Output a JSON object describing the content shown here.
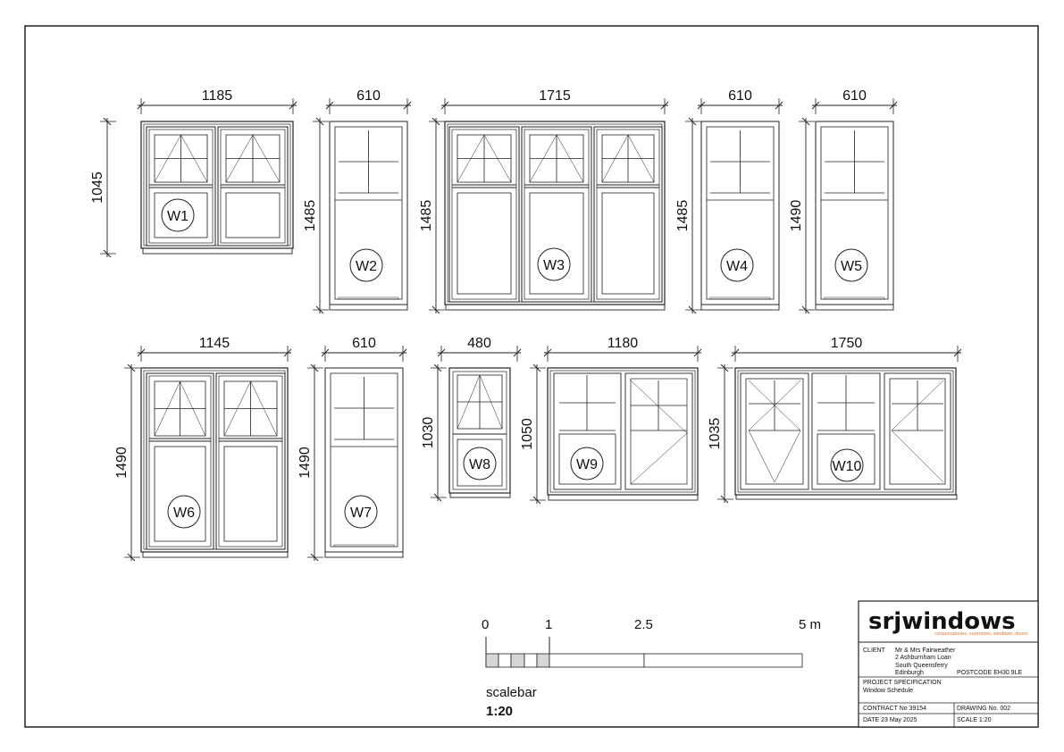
{
  "windows": [
    {
      "id": "W1",
      "width": "1185",
      "height": "1045"
    },
    {
      "id": "W2",
      "width": "610",
      "height": "1485"
    },
    {
      "id": "W3",
      "width": "1715",
      "height": "1485"
    },
    {
      "id": "W4",
      "width": "610",
      "height": "1485"
    },
    {
      "id": "W5",
      "width": "610",
      "height": "1490"
    },
    {
      "id": "W6",
      "width": "1145",
      "height": "1490"
    },
    {
      "id": "W7",
      "width": "610",
      "height": "1490"
    },
    {
      "id": "W8",
      "width": "480",
      "height": "1030"
    },
    {
      "id": "W9",
      "width": "1180",
      "height": "1050"
    },
    {
      "id": "W10",
      "width": "1750",
      "height": "1035"
    }
  ],
  "scalebar": {
    "labels": [
      "0",
      "1",
      "2.5",
      "5 m"
    ],
    "caption": "scalebar",
    "ratio": "1:20"
  },
  "title_block": {
    "brand": "srjwindows",
    "tagline": "conservatories, sunrooms, windows, doors",
    "client_label": "CLIENT",
    "client_lines": [
      "Mr & Mrs Fairweather",
      "2 Ashburnham Loan",
      "South Queensferry",
      "Edinburgh"
    ],
    "postcode": "POSTCODE  EH30 9LE",
    "project_spec": "PROJECT SPECIFICATION",
    "schedule": "Window Schedule",
    "contract": "CONTRACT No 39154",
    "drawing": "DRAWING No. 002",
    "date": "DATE  23 May 2025",
    "scale": "SCALE  1:20"
  },
  "colors": {
    "line": "#222222",
    "accent": "#e0732c",
    "fill": "#d6d6d6"
  }
}
